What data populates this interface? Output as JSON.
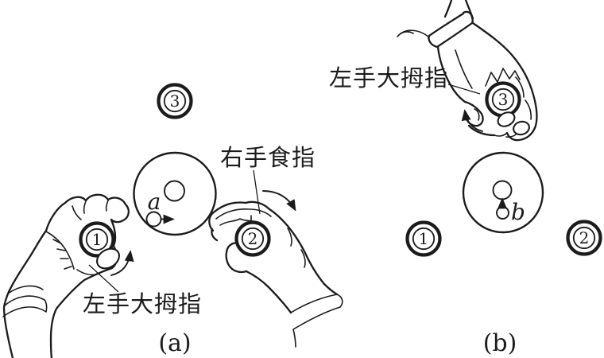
{
  "figure": {
    "background_color": "#ffffff",
    "line_color": "#1b1b1b",
    "panel_a": {
      "caption": "(a)",
      "right_hand_label": "右手食指",
      "left_hand_label": "左手大拇指",
      "point_label": "a",
      "coin_1": "1",
      "coin_2": "2",
      "coin_3": "3"
    },
    "panel_b": {
      "caption": "(b)",
      "left_hand_label": "左手大拇指",
      "point_label": "b",
      "coin_1": "1",
      "coin_2": "2",
      "coin_3": "3"
    }
  }
}
